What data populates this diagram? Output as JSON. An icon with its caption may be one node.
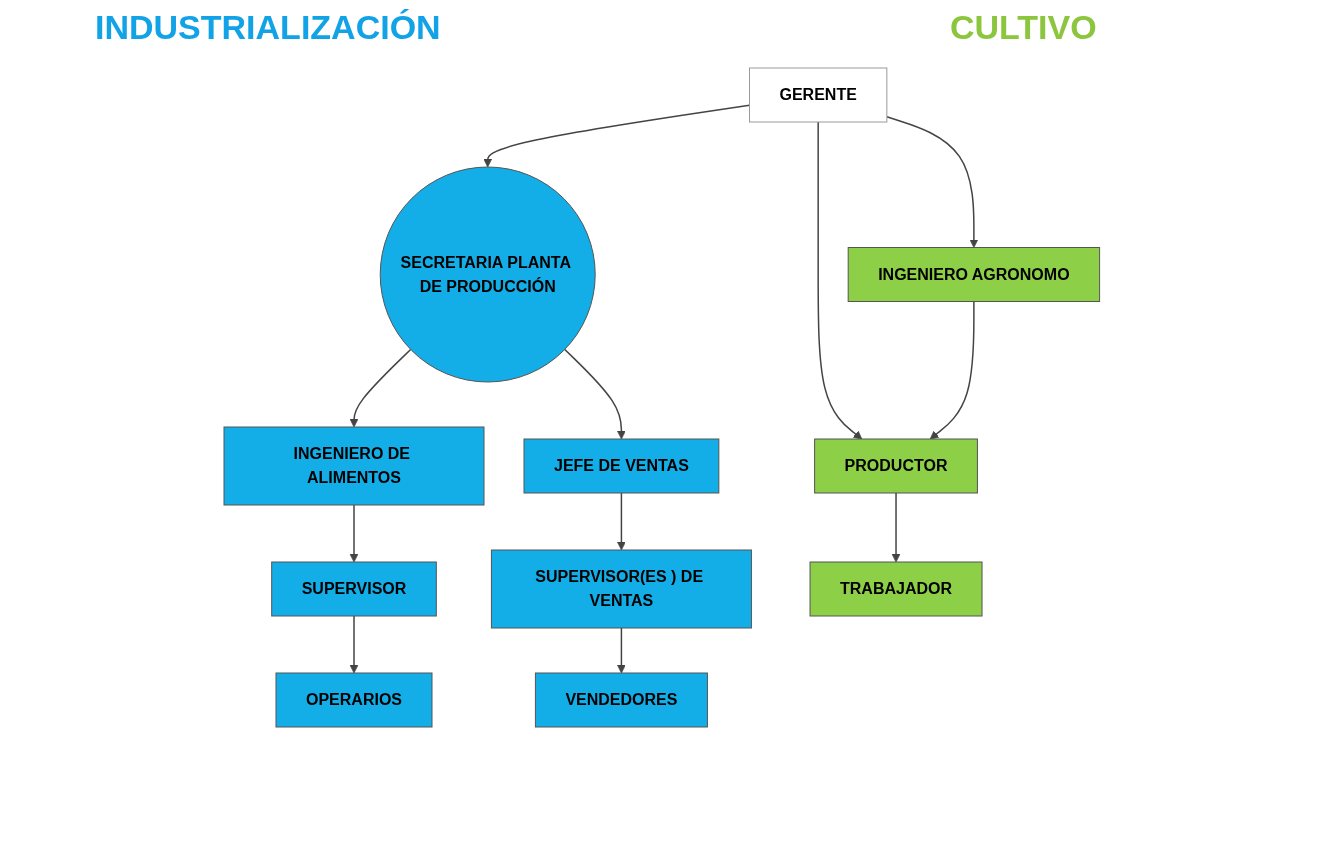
{
  "diagram": {
    "nodes": [
      {
        "text": [
          "GERENTE"
        ]
      },
      {
        "text": [
          "SECRETARIA PLANTA DE PRODUCCIÓN"
        ]
      },
      {
        "text": [
          "INGENIERO DE ALIMENTOS"
        ]
      },
      {
        "text": [
          "JEFE DE VENTAS"
        ]
      },
      {
        "text": [
          "SUPERVISOR"
        ]
      },
      {
        "text": [
          "SUPERVISOR(ES ) DE VENTAS"
        ]
      },
      {
        "text": [
          "OPERARIOS"
        ]
      },
      {
        "text": [
          "VENDEDORES"
        ]
      },
      {
        "text": [
          "INGENIERO AGRONOMO"
        ]
      },
      {
        "text": [
          "PRODUCTOR"
        ]
      },
      {
        "text": [
          "TRABAJADOR"
        ]
      }
    ],
    "edges": [
      {
        "from": 0,
        "to": 1,
        "arrow": "to"
      },
      {
        "from": 0,
        "to": 8,
        "arrow": "to"
      },
      {
        "from": 0,
        "to": 9,
        "arrow": "to"
      },
      {
        "from": 8,
        "to": 9,
        "arrow": "to"
      },
      {
        "from": 1,
        "to": 2,
        "arrow": "to"
      },
      {
        "from": 1,
        "to": 3,
        "arrow": "to"
      },
      {
        "from": 2,
        "to": 4,
        "arrow": "to"
      },
      {
        "from": 4,
        "to": 6,
        "arrow": "to"
      },
      {
        "from": 3,
        "to": 5,
        "arrow": "to"
      },
      {
        "from": 5,
        "to": 7,
        "arrow": "to"
      },
      {
        "from": 9,
        "to": 10,
        "arrow": "to"
      }
    ],
    "labels": [
      "INDUSTRIALIZACIÓN",
      "CULTIVO"
    ]
  }
}
